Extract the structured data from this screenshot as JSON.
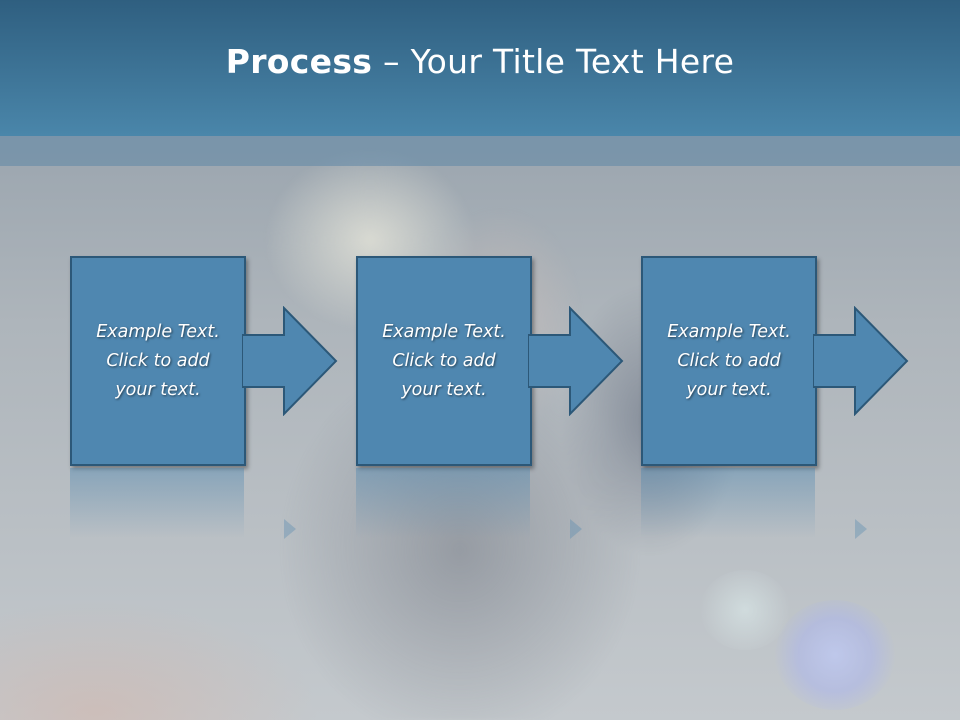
{
  "slide": {
    "title_bold": "Process",
    "title_rest": " – Your Title Text Here"
  },
  "steps": [
    {
      "line1": "Example Text.",
      "line2": "Click  to add",
      "line3": "your text."
    },
    {
      "line1": "Example Text.",
      "line2": "Click  to add",
      "line3": "your text."
    },
    {
      "line1": "Example Text.",
      "line2": "Click  to add",
      "line3": "your text."
    }
  ],
  "colors": {
    "header_top": "#2f5f80",
    "header_bottom": "#4a86aa",
    "box_fill": "#4f87b0",
    "box_border": "#2c5878"
  }
}
